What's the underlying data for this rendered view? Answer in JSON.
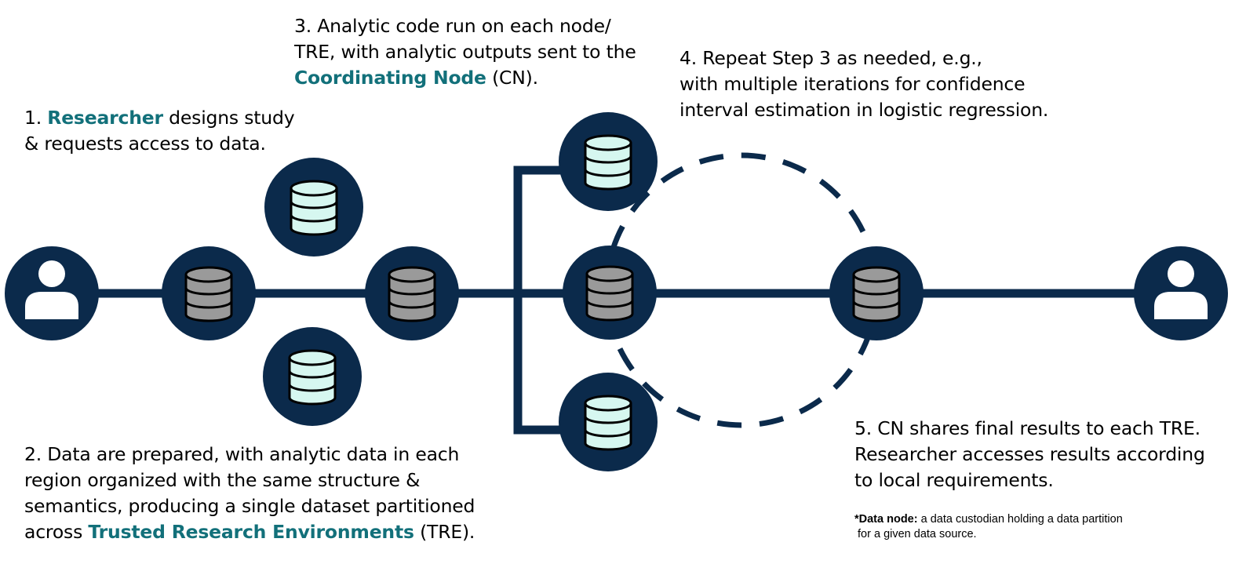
{
  "steps": {
    "step1": {
      "prefix": "1. ",
      "highlight": "Researcher",
      "line1_rest": " designs study",
      "line2": "& requests access to data."
    },
    "step2": {
      "line1": "2. Data are prepared, with analytic data in each",
      "line2": "region organized with the same structure &",
      "line3": "semantics, producing a single dataset partitioned",
      "line4_prefix": "across ",
      "highlight": "Trusted Research Environments",
      "line4_suffix": " (TRE)."
    },
    "step3": {
      "line1": "3. Analytic code run on each node/",
      "line2": "TRE, with analytic outputs sent to the",
      "highlight": "Coordinating Node",
      "line3_suffix": " (CN)."
    },
    "step4": {
      "line1": "4. Repeat Step 3 as needed, e.g.,",
      "line2": "with multiple iterations for confidence",
      "line3": "interval estimation in logistic regression."
    },
    "step5": {
      "line1": "5. CN shares final results to each TRE.",
      "line2": "Researcher accesses results according",
      "line3": "to local requirements."
    }
  },
  "footnote": {
    "term": "*Data node:",
    "line1_rest": " a data custodian holding a data partition",
    "line2": " for a given data source."
  },
  "colors": {
    "node_navy": "#0b2a4b",
    "db_mint": "#d6f7f0",
    "db_gray": "#9a9a9a",
    "highlight_teal": "#12707a"
  },
  "icons": {
    "researcher": "user-icon",
    "data_node": "database-icon"
  }
}
